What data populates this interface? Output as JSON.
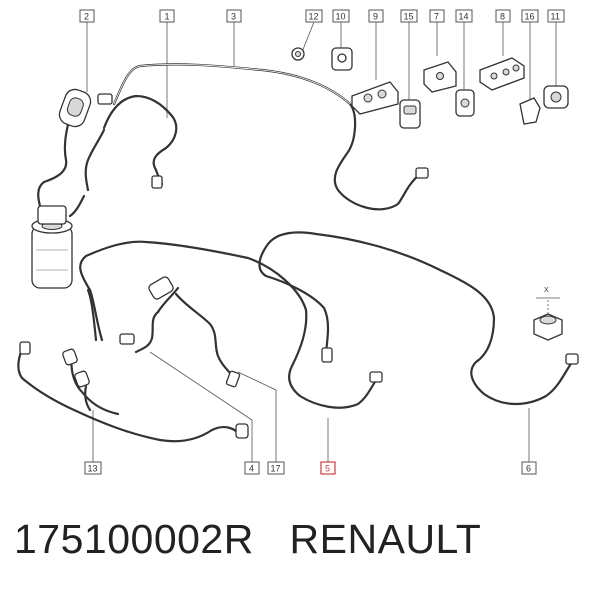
{
  "callouts": [
    "2",
    "1",
    "3",
    "12",
    "10",
    "9",
    "15",
    "7",
    "14",
    "8",
    "16",
    "11",
    "13",
    "4",
    "17",
    "5",
    "6"
  ],
  "highlight_color": "#d23c3c",
  "footer": {
    "part_number": "175100002R",
    "brand": "RENAULT"
  },
  "annotation_x": "X"
}
